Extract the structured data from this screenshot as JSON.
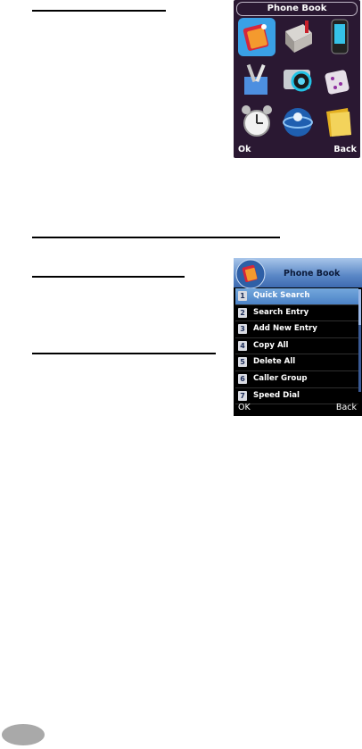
{
  "screen1": {
    "title": "Phone Book",
    "icons": [
      "phone-book-icon",
      "messages-icon",
      "mobile-phone-icon",
      "tools-icon",
      "camera-icon",
      "games-icon",
      "alarm-clock-icon",
      "internet-icon",
      "folder-icon"
    ],
    "left_softkey": "Ok",
    "right_softkey": "Back"
  },
  "screen2": {
    "title": "Phone Book",
    "menu": [
      {
        "num": "1",
        "label": "Quick Search"
      },
      {
        "num": "2",
        "label": "Search Entry"
      },
      {
        "num": "3",
        "label": "Add New Entry"
      },
      {
        "num": "4",
        "label": "Copy All"
      },
      {
        "num": "5",
        "label": "Delete All"
      },
      {
        "num": "6",
        "label": "Caller Group"
      },
      {
        "num": "7",
        "label": "Speed Dial"
      }
    ],
    "left_softkey": "OK",
    "right_softkey": "Back"
  },
  "colors": {
    "screen1_bg": "#2a1832",
    "screen2_header": "#5a87c6",
    "selection": "#5e93d0",
    "badge": "#a9a9a9"
  }
}
